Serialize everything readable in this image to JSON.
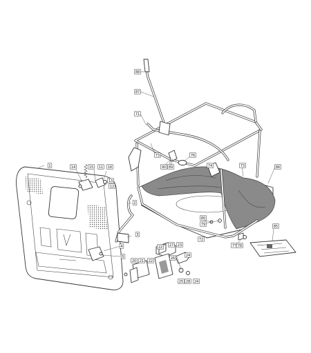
{
  "callouts": [
    {
      "id": "c88",
      "label": "88"
    },
    {
      "id": "c87",
      "label": "87"
    },
    {
      "id": "c71",
      "label": "71"
    },
    {
      "id": "c73a",
      "label": "73"
    },
    {
      "id": "c90",
      "label": "90"
    },
    {
      "id": "c89",
      "label": "89"
    },
    {
      "id": "c76",
      "label": "76"
    },
    {
      "id": "c74",
      "label": "74"
    },
    {
      "id": "c73b",
      "label": "73"
    },
    {
      "id": "c86",
      "label": "86"
    },
    {
      "id": "c1",
      "label": "1"
    },
    {
      "id": "c14",
      "label": "14"
    },
    {
      "id": "c15",
      "label": "15"
    },
    {
      "id": "c11",
      "label": "11"
    },
    {
      "id": "c16",
      "label": "16"
    },
    {
      "id": "c13",
      "label": "13"
    },
    {
      "id": "c12",
      "label": "12"
    },
    {
      "id": "c2",
      "label": "2"
    },
    {
      "id": "c3",
      "label": "3"
    },
    {
      "id": "c4",
      "label": "4"
    },
    {
      "id": "c5",
      "label": "5"
    },
    {
      "id": "c80",
      "label": "80"
    },
    {
      "id": "c79",
      "label": "79"
    },
    {
      "id": "c72",
      "label": "72"
    },
    {
      "id": "c77",
      "label": "77"
    },
    {
      "id": "c78",
      "label": "78"
    },
    {
      "id": "c85",
      "label": "85"
    },
    {
      "id": "c22",
      "label": "22"
    },
    {
      "id": "c27",
      "label": "27"
    },
    {
      "id": "c23",
      "label": "23"
    },
    {
      "id": "c26",
      "label": "26"
    },
    {
      "id": "c20",
      "label": "20"
    },
    {
      "id": "c21",
      "label": "21"
    },
    {
      "id": "c22b",
      "label": "22"
    },
    {
      "id": "c24",
      "label": "24"
    },
    {
      "id": "c25",
      "label": "25"
    },
    {
      "id": "c28",
      "label": "28"
    },
    {
      "id": "c24b",
      "label": "24"
    }
  ]
}
